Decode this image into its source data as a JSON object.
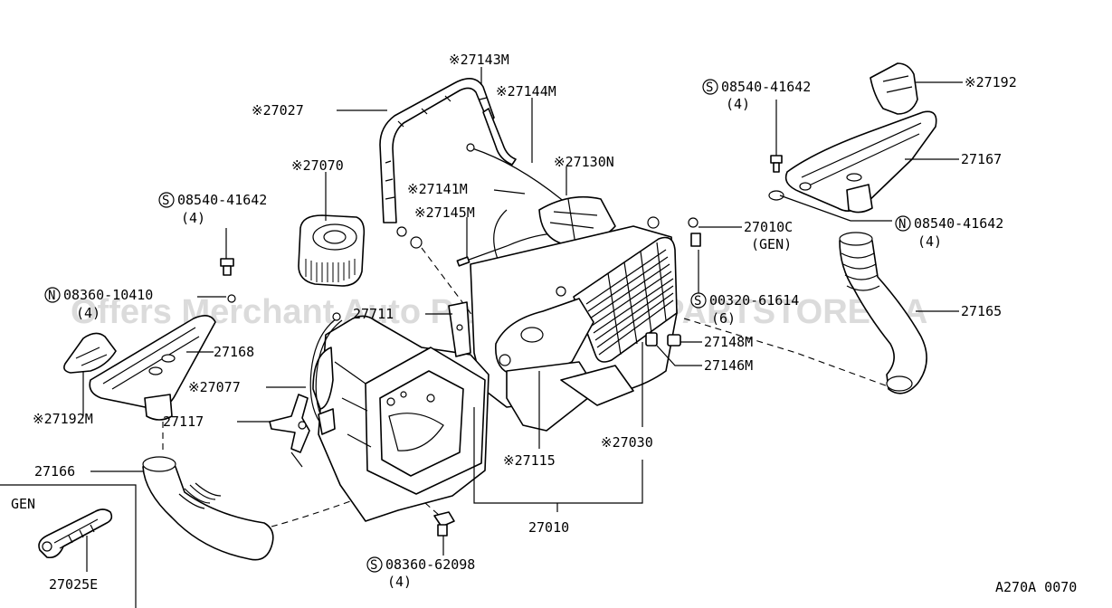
{
  "watermark": "Offers Merchant Auto Parts Catalog PARTSTORE.SA",
  "diagram_code": "A270A 0070",
  "inset_title": "GEN",
  "labels": {
    "p27143M": "※27143M",
    "p27144M": "※27144M",
    "p27027": "※27027",
    "p27070": "※27070",
    "p27130N": "※27130N",
    "p27141M": "※27141M",
    "p27145M": "※27145M",
    "bolt_s_left": "08540-41642",
    "bolt_s_left_qty": "(4)",
    "bolt_s_right": "08540-41642",
    "bolt_s_right_qty": "(4)",
    "nut_n_right": "08540-41642",
    "nut_n_right_qty": "(4)",
    "nut_n_left": "08360-10410",
    "nut_n_left_qty": "(4)",
    "p27711": "27711",
    "p27168": "27168",
    "p27077": "※27077",
    "p27117": "27117",
    "p27192M": "※27192M",
    "p27166": "27166",
    "p27025E": "27025E",
    "p27010C": "27010C",
    "p27010C_sub": "(GEN)",
    "p27192": "※27192",
    "p27167": "27167",
    "screw_s_mid": "00320-61614",
    "screw_s_mid_qty": "(6)",
    "p27165": "27165",
    "p27148M": "27148M",
    "p27146M": "27146M",
    "p27030": "※27030",
    "p27115": "※27115",
    "p27010": "27010",
    "bolt_s_bottom": "08360-62098",
    "bolt_s_bottom_qty": "(4)",
    "s_mark": "S",
    "n_mark": "N"
  }
}
